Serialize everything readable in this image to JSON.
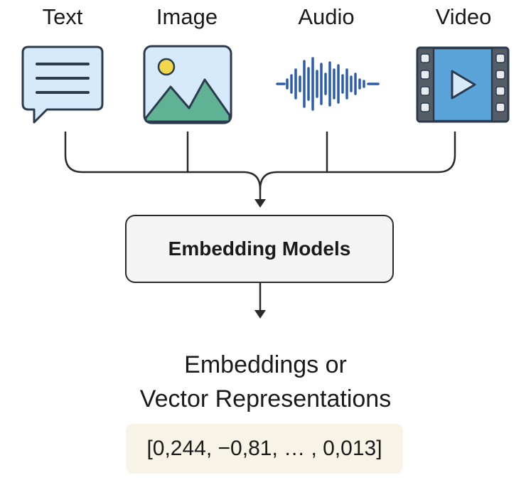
{
  "inputs": {
    "text": {
      "label": "Text",
      "icon": "speech-bubble-icon"
    },
    "image": {
      "label": "Image",
      "icon": "landscape-image-icon"
    },
    "audio": {
      "label": "Audio",
      "icon": "waveform-icon"
    },
    "video": {
      "label": "Video",
      "icon": "film-play-icon"
    }
  },
  "model": {
    "label": "Embedding Models"
  },
  "output": {
    "title_line1": "Embeddings or",
    "title_line2": "Vector Representations",
    "vector": "[0,244, −0,81, … , 0,013]"
  },
  "colors": {
    "icon_fill_light": "#d6eafb",
    "icon_stroke": "#2b3a4d",
    "mountain_green": "#5fb394",
    "sun_yellow": "#f2d64b",
    "wave_blue": "#2b5da8",
    "video_blue": "#5aa4d9",
    "box_bg": "#f4f4f4",
    "vector_bg": "#f7f3e6",
    "line": "#2a2a2a"
  }
}
